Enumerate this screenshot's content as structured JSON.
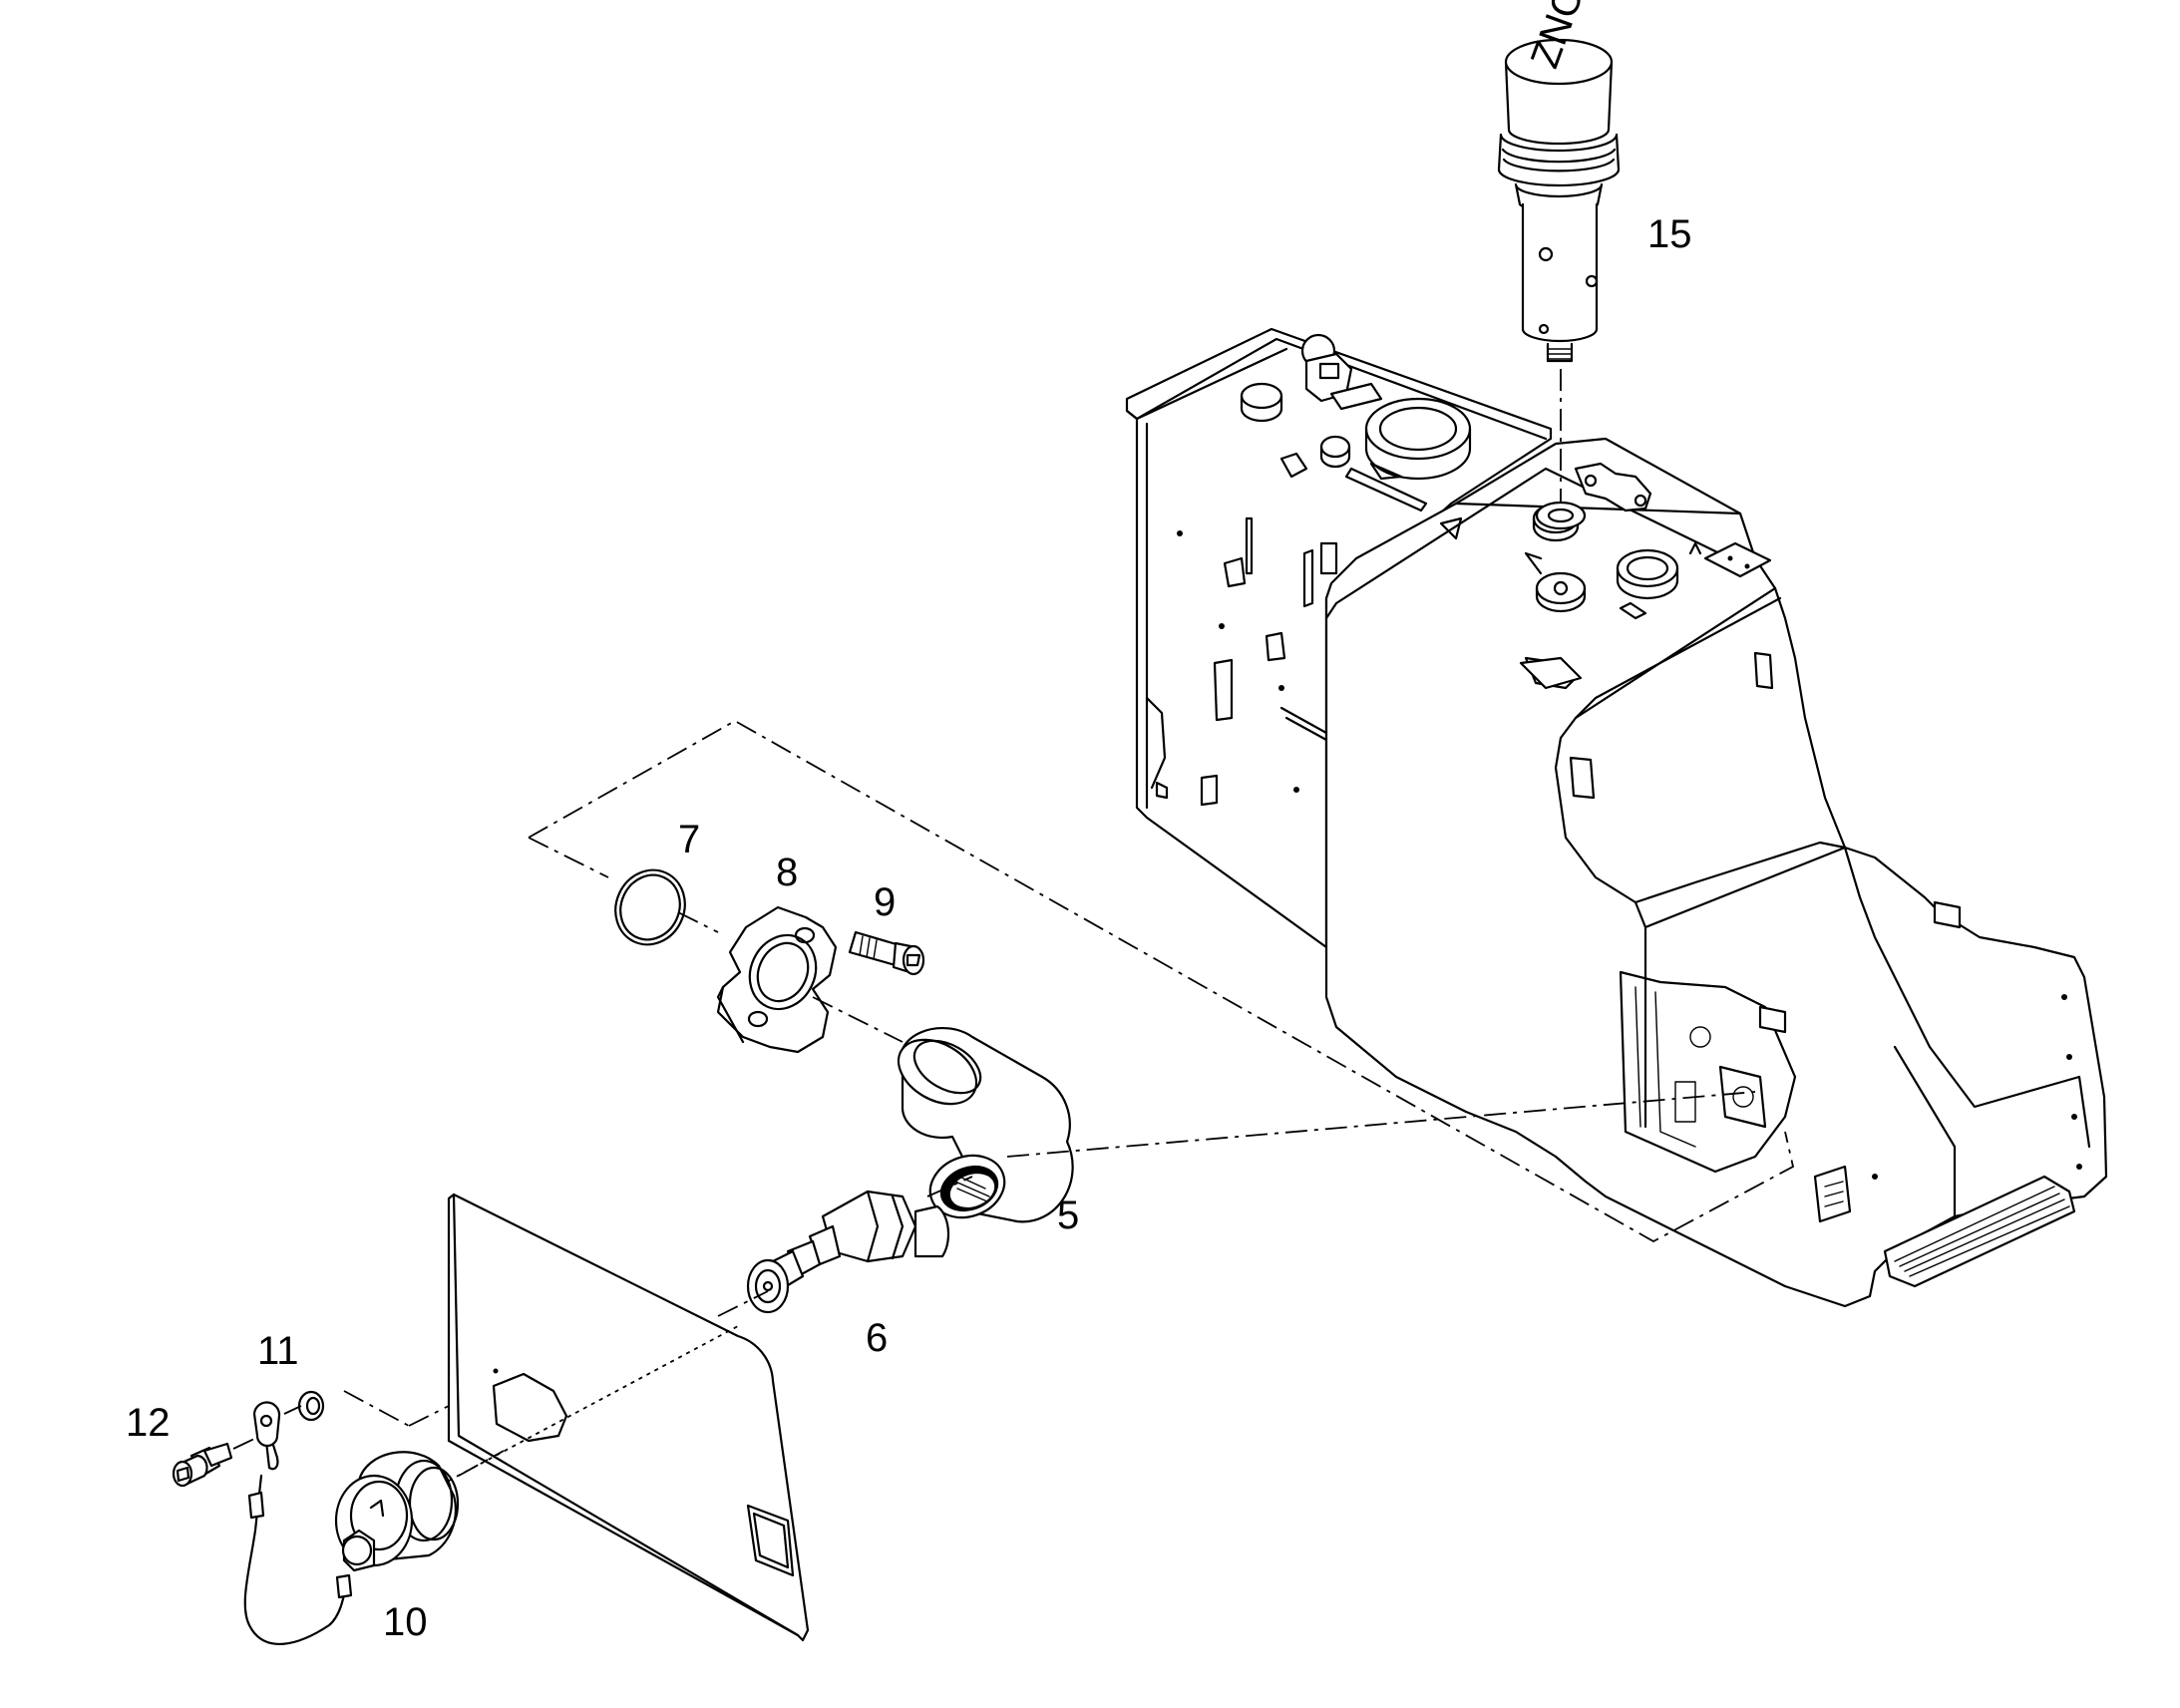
{
  "colors": {
    "line": "#000000",
    "background": "#ffffff"
  },
  "callouts": [
    {
      "id": "5",
      "label": "5"
    },
    {
      "id": "6",
      "label": "6"
    },
    {
      "id": "7",
      "label": "7"
    },
    {
      "id": "8",
      "label": "8"
    },
    {
      "id": "9",
      "label": "9"
    },
    {
      "id": "10",
      "label": "10"
    },
    {
      "id": "11",
      "label": "11"
    },
    {
      "id": "12",
      "label": "12"
    },
    {
      "id": "15",
      "label": "15"
    }
  ],
  "markings": {
    "filter_cap_text": "ZNO"
  }
}
